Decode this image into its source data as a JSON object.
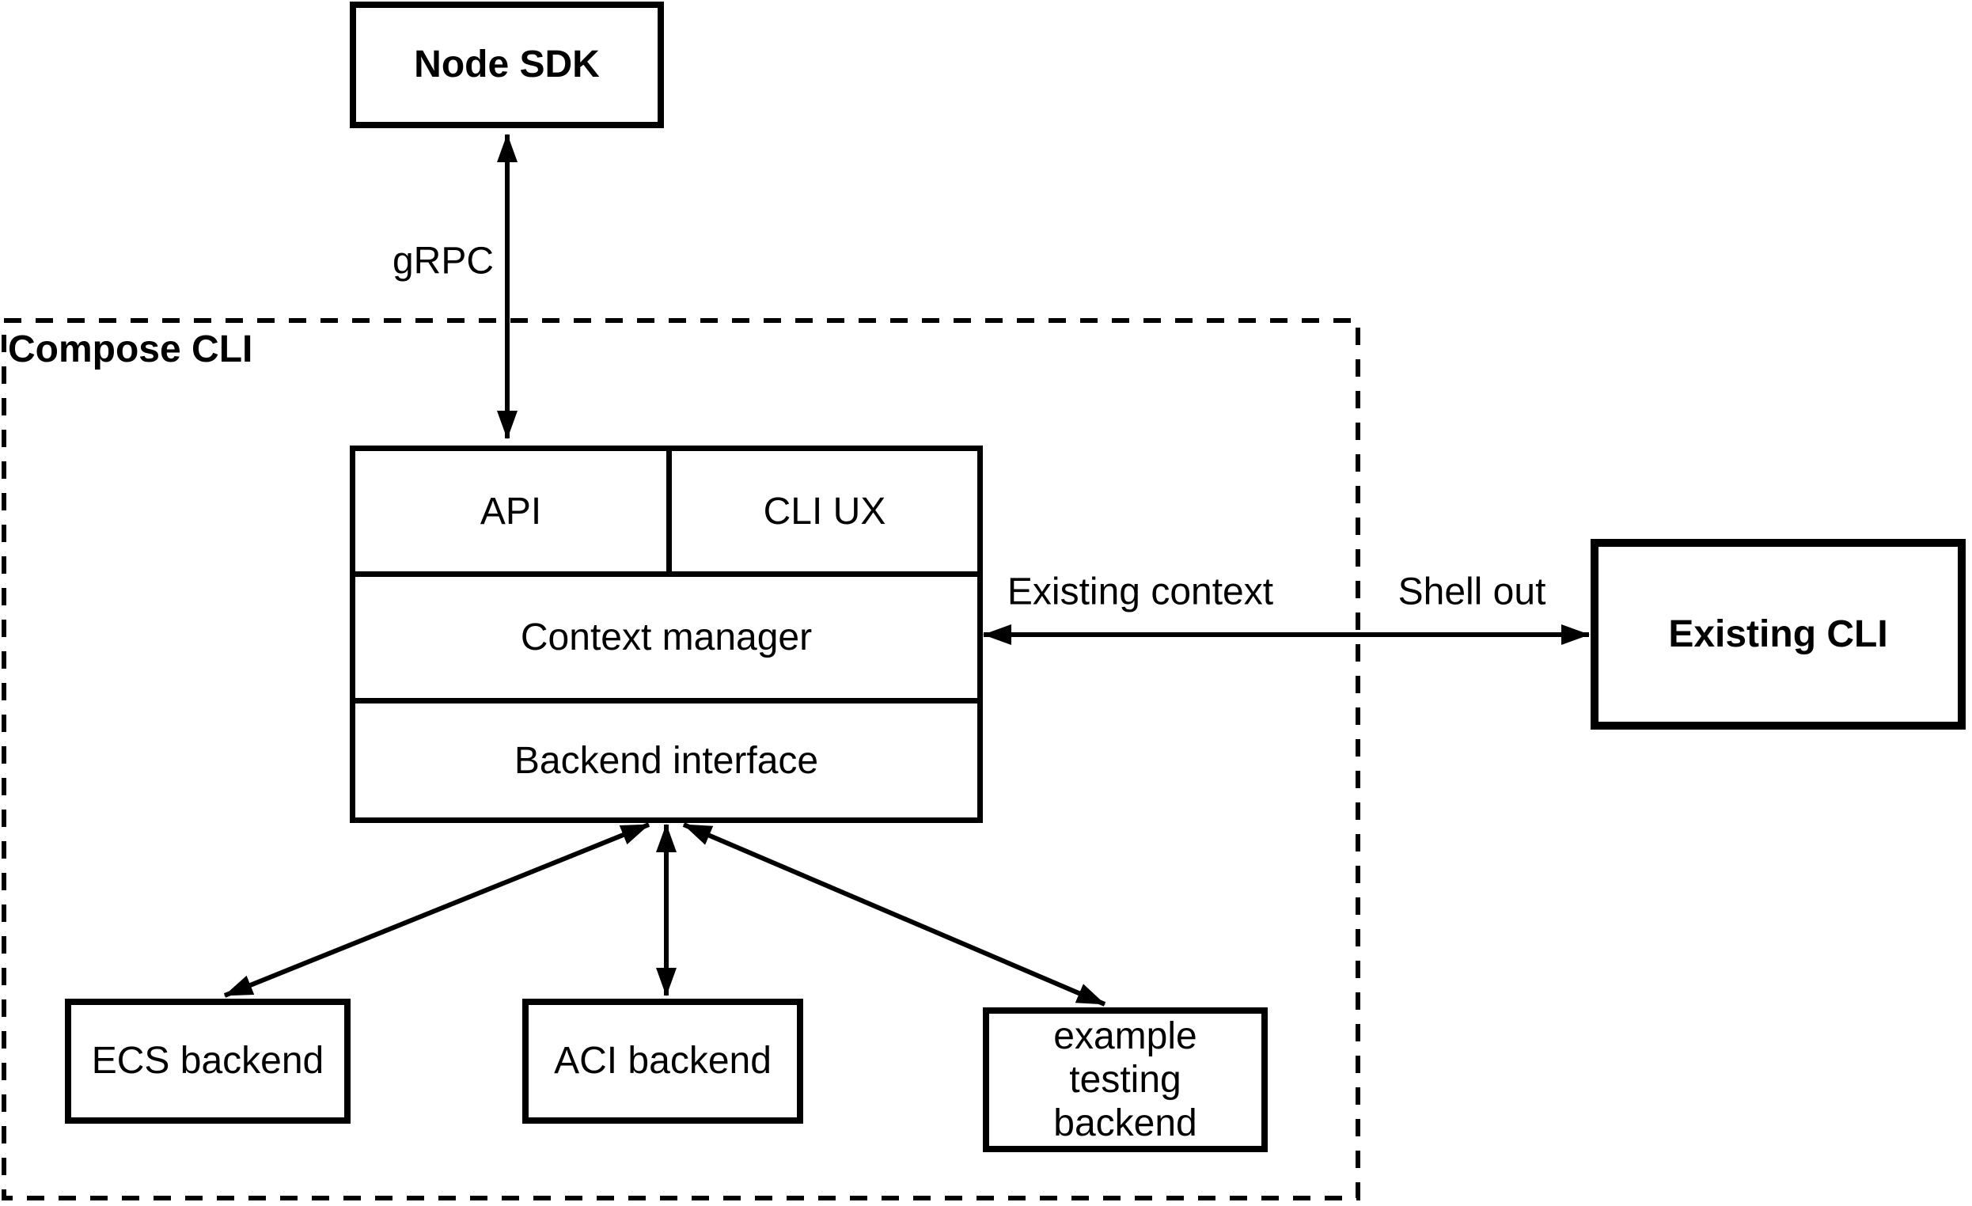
{
  "diagram": {
    "background_color": "#ffffff",
    "stroke_color": "#000000",
    "text_color": "#000000",
    "group": {
      "label": "Compose CLI"
    },
    "nodes": {
      "node_sdk": {
        "label": "Node SDK"
      },
      "api": {
        "label": "API"
      },
      "cli_ux": {
        "label": "CLI UX"
      },
      "context_manager": {
        "label": "Context manager"
      },
      "backend_interface": {
        "label": "Backend interface"
      },
      "existing_cli": {
        "label": "Existing CLI"
      },
      "ecs_backend": {
        "label": "ECS backend"
      },
      "aci_backend": {
        "label": "ACI backend"
      },
      "example_testing_backend": {
        "label": "example testing backend"
      }
    },
    "edges": [
      {
        "id": "grpc-link",
        "from": "node_sdk",
        "to": "api",
        "bidirectional": true,
        "label": "gRPC"
      },
      {
        "id": "context-link",
        "from": "context_manager",
        "to": "existing_cli",
        "bidirectional": true,
        "label_inside": "Existing context",
        "label_outside": "Shell out"
      },
      {
        "id": "ecs-link",
        "from": "backend_interface",
        "to": "ecs_backend",
        "bidirectional": true
      },
      {
        "id": "aci-link",
        "from": "backend_interface",
        "to": "aci_backend",
        "bidirectional": true
      },
      {
        "id": "example-link",
        "from": "backend_interface",
        "to": "example_testing_backend",
        "bidirectional": true
      }
    ]
  }
}
